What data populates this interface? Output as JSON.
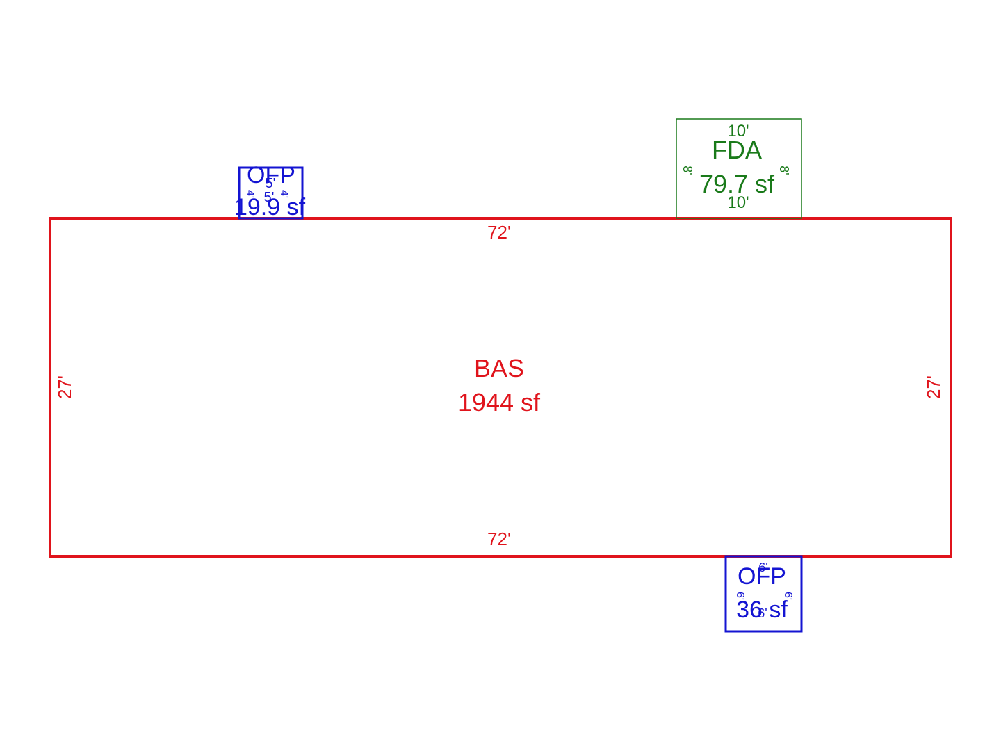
{
  "colors": {
    "bas": "#e0141c",
    "fda": "#1a7a1a",
    "ofp": "#1414d2"
  },
  "bas": {
    "name": "BAS",
    "area": "1944 sf",
    "top_dim": "72'",
    "bottom_dim": "72'",
    "left_dim": "27'",
    "right_dim": "27'"
  },
  "fda": {
    "name": "FDA",
    "area": "79.7 sf",
    "top_dim": "10'",
    "bottom_dim": "10'",
    "left_dim": "8'",
    "right_dim": "8'"
  },
  "ofp_top": {
    "name": "OFP",
    "area": "19.9 sf",
    "top_dim": "5'",
    "bottom_dim": "5'",
    "left_dim": "4'",
    "right_dim": "4'"
  },
  "ofp_bottom": {
    "name": "OFP",
    "area": "36 sf",
    "top_dim": "6'",
    "bottom_dim": "6'",
    "left_dim": "6'",
    "right_dim": "6'"
  }
}
